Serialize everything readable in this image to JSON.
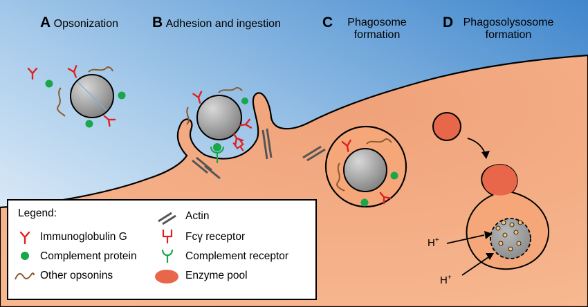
{
  "stages": [
    {
      "letter": "A",
      "title": "Opsonization"
    },
    {
      "letter": "B",
      "title": "Adhesion and ingestion"
    },
    {
      "letter": "C",
      "title_line1": "Phagosome",
      "title_line2": "formation"
    },
    {
      "letter": "D",
      "title_line1": "Phagosolysosome",
      "title_line2": "formation"
    }
  ],
  "proton_labels": [
    "H+",
    "H+"
  ],
  "legend": {
    "title": "Legend:",
    "items": [
      {
        "label": "Immunoglobulin G",
        "icon": "immunoglobulin-g-icon"
      },
      {
        "label": "Complement protein",
        "icon": "complement-protein-icon"
      },
      {
        "label": "Other opsonins",
        "icon": "other-opsonins-icon"
      },
      {
        "label": "Actin",
        "icon": "actin-icon"
      },
      {
        "label": "Fcγ receptor",
        "icon": "fc-gamma-receptor-icon"
      },
      {
        "label": "Complement receptor",
        "icon": "complement-receptor-icon"
      },
      {
        "label": "Enzyme pool",
        "icon": "enzyme-pool-icon"
      }
    ]
  },
  "colors": {
    "background_gradient_top": "#2f7fc8",
    "background_gradient_bottom": "#e6f0fa",
    "cell": "#f5a77a",
    "cell_dark": "#e9834d",
    "enzyme": "#e8674a",
    "igg": "#e02020",
    "complement": "#1aa64a",
    "complement_receptor": "#1aa64a",
    "opsonin": "#8a5a2b",
    "actin": "#555555",
    "particle": "#9a9a9a"
  }
}
